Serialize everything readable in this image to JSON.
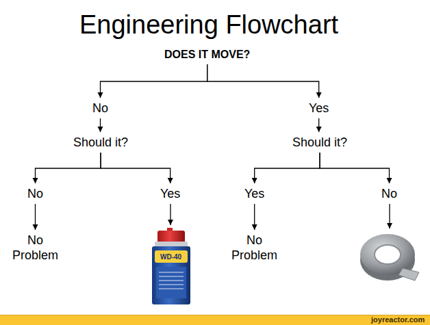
{
  "diagram": {
    "title": "Engineering Flowchart",
    "nodes": [
      {
        "text": [
          "DOES IT MOVE?"
        ]
      },
      {
        "text": [
          "No"
        ]
      },
      {
        "text": [
          "Yes"
        ]
      },
      {
        "text": [
          "Should it?"
        ]
      },
      {
        "text": [
          "Should it?"
        ]
      },
      {
        "text": [
          "No"
        ]
      },
      {
        "text": [
          "Yes"
        ]
      },
      {
        "text": [
          "Yes"
        ]
      },
      {
        "text": [
          "No"
        ]
      },
      {
        "text": [
          "No Problem"
        ]
      },
      {
        "text": [
          "No Problem"
        ]
      }
    ],
    "edges": [
      {
        "from": 0,
        "to": 1,
        "arrow": "to"
      },
      {
        "from": 0,
        "to": 2,
        "arrow": "to"
      },
      {
        "from": 1,
        "to": 3,
        "arrow": "to"
      },
      {
        "from": 2,
        "to": 4,
        "arrow": "to"
      },
      {
        "from": 3,
        "to": 5,
        "arrow": "to"
      },
      {
        "from": 3,
        "to": 6,
        "arrow": "to"
      },
      {
        "from": 4,
        "to": 7,
        "arrow": "to"
      },
      {
        "from": 4,
        "to": 8,
        "arrow": "to"
      },
      {
        "from": 5,
        "to": 9,
        "arrow": "to"
      },
      {
        "from": 7,
        "to": 10,
        "arrow": "to"
      }
    ],
    "labels": [
      "WD-40",
      "joyreactor.com"
    ]
  }
}
